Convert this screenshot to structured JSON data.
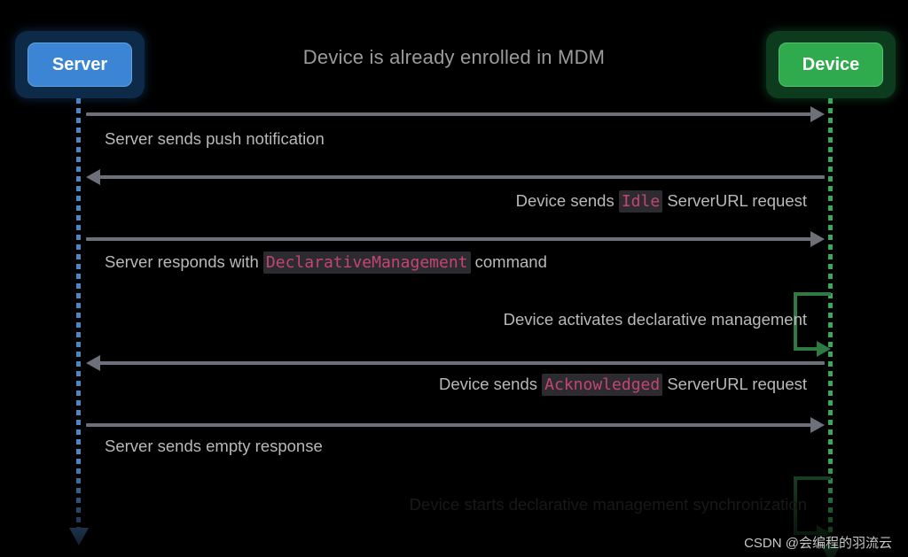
{
  "diagram": {
    "title": "Device is already enrolled in MDM",
    "type": "sequence-diagram",
    "background": "#000000",
    "participants": [
      {
        "id": "server",
        "label": "Server",
        "side": "left",
        "fill": "#3b85d4",
        "outer": "#0d2a49",
        "lifeline_color": "#4b85c4"
      },
      {
        "id": "device",
        "label": "Device",
        "side": "right",
        "fill": "#2fab4d",
        "outer": "#0c3b1d",
        "lifeline_color": "#3aa85a"
      }
    ],
    "messages": [
      {
        "index": 1,
        "from": "server",
        "to": "device",
        "direction": "right",
        "label_align": "left",
        "dimmed": false,
        "parts": [
          {
            "text": "Server sends push notification",
            "style": "plain"
          }
        ]
      },
      {
        "index": 2,
        "from": "device",
        "to": "server",
        "direction": "left",
        "label_align": "right",
        "dimmed": false,
        "parts": [
          {
            "text": "Device sends ",
            "style": "plain"
          },
          {
            "text": "Idle",
            "style": "code"
          },
          {
            "text": " ServerURL request",
            "style": "plain"
          }
        ]
      },
      {
        "index": 3,
        "from": "server",
        "to": "device",
        "direction": "right",
        "label_align": "left",
        "dimmed": false,
        "parts": [
          {
            "text": "Server responds with ",
            "style": "plain"
          },
          {
            "text": "DeclarativeManagement",
            "style": "code"
          },
          {
            "text": " command",
            "style": "plain"
          }
        ]
      },
      {
        "index": 4,
        "from": "device",
        "to": "device",
        "direction": "self",
        "label_align": "right",
        "dimmed": false,
        "parts": [
          {
            "text": "Device activates declarative management",
            "style": "plain"
          }
        ]
      },
      {
        "index": 5,
        "from": "device",
        "to": "server",
        "direction": "left",
        "label_align": "right",
        "dimmed": false,
        "parts": [
          {
            "text": "Device sends ",
            "style": "plain"
          },
          {
            "text": "Acknowledged",
            "style": "code"
          },
          {
            "text": " ServerURL request",
            "style": "plain"
          }
        ]
      },
      {
        "index": 6,
        "from": "server",
        "to": "device",
        "direction": "right",
        "label_align": "left",
        "dimmed": false,
        "parts": [
          {
            "text": "Server sends empty response",
            "style": "plain"
          }
        ]
      },
      {
        "index": 7,
        "from": "device",
        "to": "device",
        "direction": "self",
        "label_align": "right",
        "dimmed": true,
        "parts": [
          {
            "text": "Device starts declarative management synchronization",
            "style": "plain"
          }
        ]
      }
    ],
    "colors": {
      "arrow": "#6d7078",
      "label_text": "#b9b9b9",
      "label_text_dim": "#2a2a2a",
      "code_text": "#c4456f",
      "code_background": "#2c2c30",
      "title_text": "#9b9b9b",
      "self_loop": "#2f7a42",
      "self_loop_dim": "#1d4a28"
    }
  },
  "watermark": {
    "text": "CSDN @会编程的羽流云"
  }
}
